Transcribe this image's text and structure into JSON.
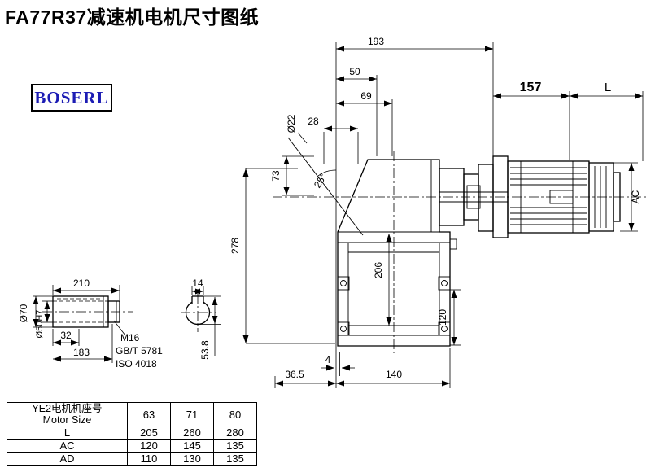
{
  "title": "FA77R37减速机电机尺寸图纸",
  "logo": {
    "text": "BOSERL"
  },
  "colors": {
    "logo_text": "#1c1cb4",
    "line": "#000000",
    "background": "#ffffff"
  },
  "dims": {
    "top_width": "193",
    "d50": "50",
    "d69": "69",
    "d28": "28",
    "shaft_dia": "Ø22",
    "d73": "73",
    "angle": "25°",
    "height": "278",
    "d157": "157",
    "motor_len": "L",
    "motor_ac": "AC",
    "d206": "206",
    "d120": "120",
    "d4": "4",
    "d36_5": "36.5",
    "d140": "140",
    "shaft_len": "210",
    "key_w": "14",
    "dia70": "Ø70",
    "dia50": "Ø50H7",
    "d32": "32",
    "d183": "183",
    "thread": "M16",
    "std1": "GB/T 5781",
    "std2": "ISO 4018",
    "d53_8": "53.8"
  },
  "table": {
    "header_cn": "YE2电机机座号",
    "header_en": "Motor Size",
    "frames": [
      "63",
      "71",
      "80"
    ],
    "rows": [
      {
        "label": "L",
        "values": [
          "205",
          "260",
          "280"
        ]
      },
      {
        "label": "AC",
        "values": [
          "120",
          "145",
          "135"
        ]
      },
      {
        "label": "AD",
        "values": [
          "110",
          "130",
          "135"
        ]
      }
    ]
  }
}
